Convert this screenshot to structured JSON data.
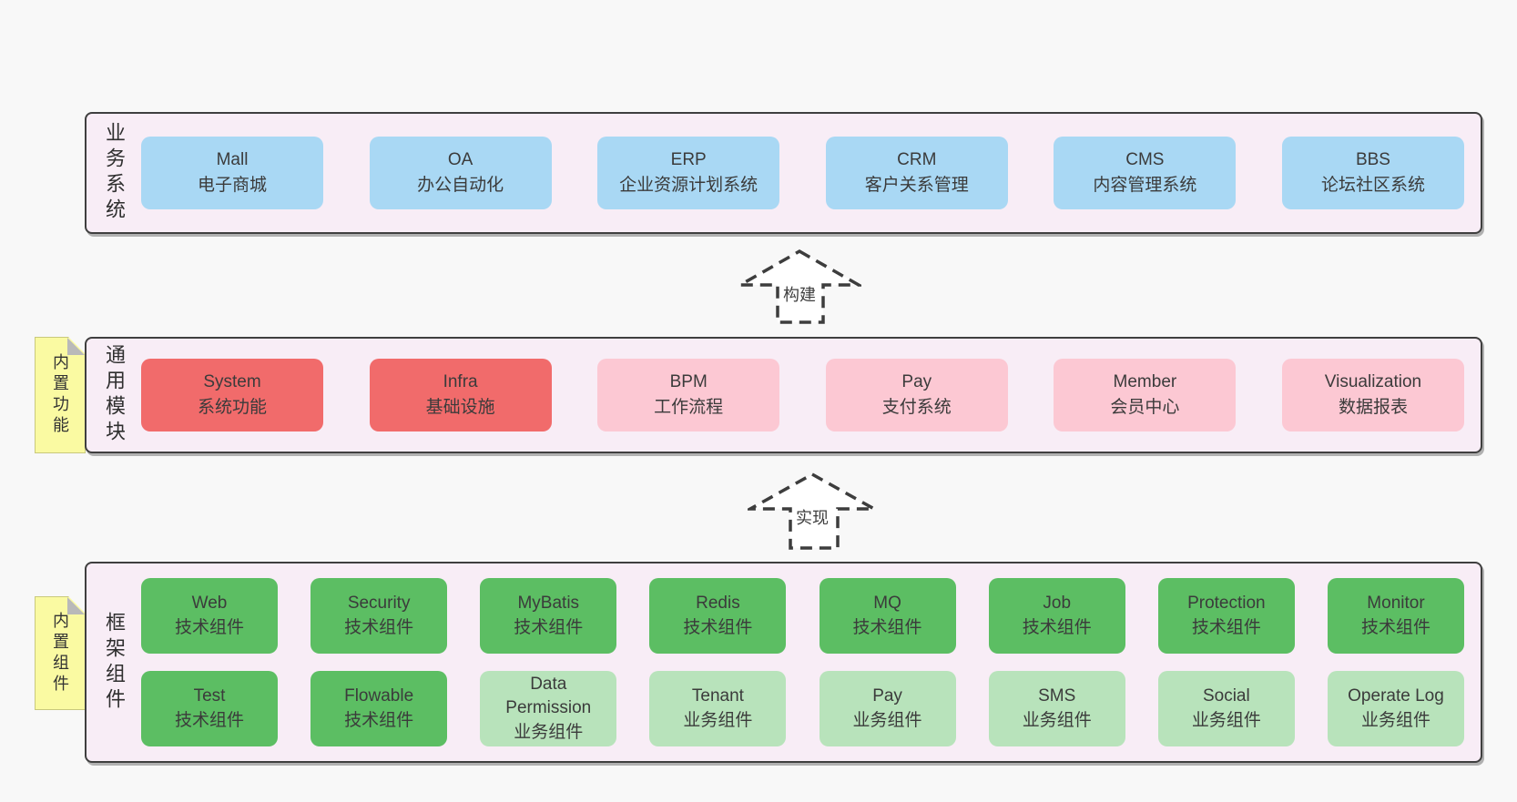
{
  "palette": {
    "page_bg": "#f8f8f8",
    "container_bg": "#f8edf6",
    "container_border": "#3f3f3f",
    "blue_box": "#a9d8f4",
    "red_box": "#f16b6b",
    "pink_box": "#fcc8d3",
    "green_dark_box": "#5cbe63",
    "green_light_box": "#b8e3bb",
    "sticky_tab": "#fafaa2",
    "fold_gray": "#b9b9b9"
  },
  "arrows": [
    {
      "label": "构建"
    },
    {
      "label": "实现"
    }
  ],
  "layers": {
    "business": {
      "label": "业务系统",
      "boxes": [
        {
          "name": "Mall",
          "desc": "电子商城"
        },
        {
          "name": "OA",
          "desc": "办公自动化"
        },
        {
          "name": "ERP",
          "desc": "企业资源计划系统"
        },
        {
          "name": "CRM",
          "desc": "客户关系管理"
        },
        {
          "name": "CMS",
          "desc": "内容管理系统"
        },
        {
          "name": "BBS",
          "desc": "论坛社区系统"
        }
      ]
    },
    "modules": {
      "label": "通用模块",
      "tag": "内置功能",
      "boxes": [
        {
          "name": "System",
          "desc": "系统功能"
        },
        {
          "name": "Infra",
          "desc": "基础设施"
        },
        {
          "name": "BPM",
          "desc": "工作流程"
        },
        {
          "name": "Pay",
          "desc": "支付系统"
        },
        {
          "name": "Member",
          "desc": "会员中心"
        },
        {
          "name": "Visualization",
          "desc": "数据报表"
        }
      ]
    },
    "framework": {
      "label": "框架组件",
      "tag": "内置组件",
      "rows": [
        [
          {
            "name": "Web",
            "desc": "技术组件"
          },
          {
            "name": "Security",
            "desc": "技术组件"
          },
          {
            "name": "MyBatis",
            "desc": "技术组件"
          },
          {
            "name": "Redis",
            "desc": "技术组件"
          },
          {
            "name": "MQ",
            "desc": "技术组件"
          },
          {
            "name": "Job",
            "desc": "技术组件"
          },
          {
            "name": "Protection",
            "desc": "技术组件"
          },
          {
            "name": "Monitor",
            "desc": "技术组件"
          }
        ],
        [
          {
            "name": "Test",
            "desc": "技术组件"
          },
          {
            "name": "Flowable",
            "desc": "技术组件"
          },
          {
            "name": "Data Permission",
            "desc": "业务组件"
          },
          {
            "name": "Tenant",
            "desc": "业务组件"
          },
          {
            "name": "Pay",
            "desc": "业务组件"
          },
          {
            "name": "SMS",
            "desc": "业务组件"
          },
          {
            "name": "Social",
            "desc": "业务组件"
          },
          {
            "name": "Operate Log",
            "desc": "业务组件"
          }
        ]
      ]
    }
  }
}
